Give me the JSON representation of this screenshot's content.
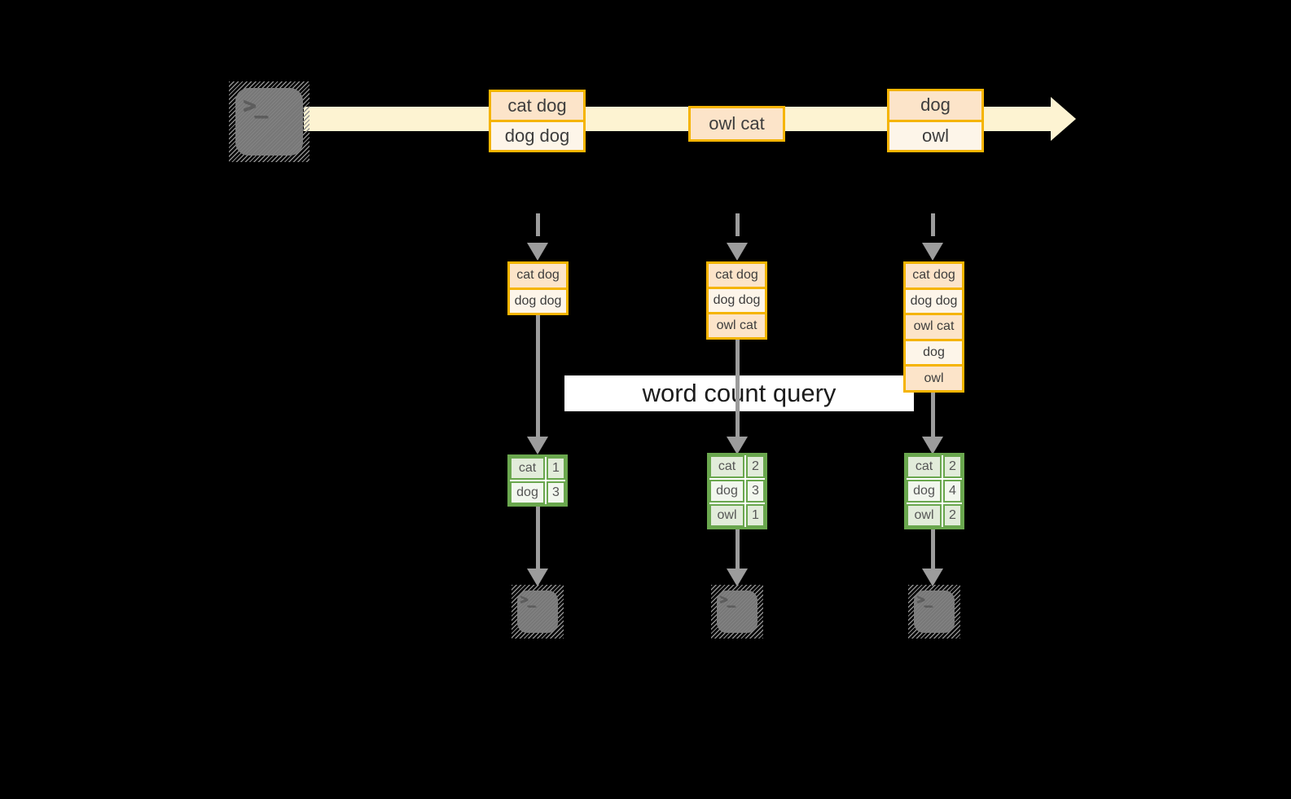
{
  "palette": {
    "background": "#000000",
    "stream_band": "#fdf3d2",
    "amber_border": "#f5b400",
    "peach_cell": "#fce4c9",
    "cream_cell": "#fdf5e9",
    "green_border": "#6aa74e",
    "sage_cell": "#e2ecda",
    "pale_green_cell": "#f2f7ee",
    "arrow_gray": "#9c9c9c",
    "terminal_gray": "#7d7d7d",
    "strip_background": "#ffffff"
  },
  "terminal_glyph": ">_",
  "query_label": "word count query",
  "stream_events": [
    [
      "cat dog",
      "dog dog"
    ],
    [
      "owl cat"
    ],
    [
      "dog",
      "owl"
    ]
  ],
  "pipelines": [
    {
      "state": [
        "cat dog",
        "dog dog"
      ],
      "counts": [
        {
          "word": "cat",
          "count": "1"
        },
        {
          "word": "dog",
          "count": "3"
        }
      ]
    },
    {
      "state": [
        "cat dog",
        "dog dog",
        "owl cat"
      ],
      "counts": [
        {
          "word": "cat",
          "count": "2"
        },
        {
          "word": "dog",
          "count": "3"
        },
        {
          "word": "owl",
          "count": "1"
        }
      ]
    },
    {
      "state": [
        "cat dog",
        "dog dog",
        "owl cat",
        "dog",
        "owl"
      ],
      "counts": [
        {
          "word": "cat",
          "count": "2"
        },
        {
          "word": "dog",
          "count": "4"
        },
        {
          "word": "owl",
          "count": "2"
        }
      ]
    }
  ]
}
